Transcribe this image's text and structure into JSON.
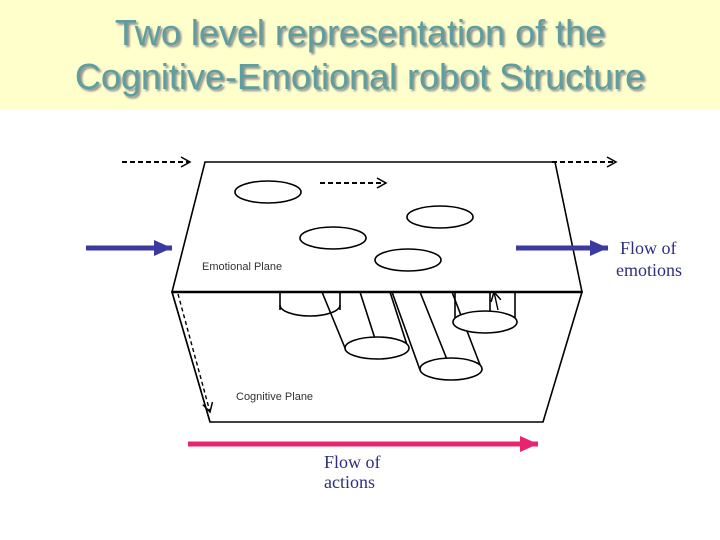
{
  "title": {
    "line1": "Two level representation of the",
    "line2": "Cognitive-Emotional robot Structure"
  },
  "diagram": {
    "emotional_plane_label": "Emotional Plane",
    "cognitive_plane_label": "Cognitive Plane",
    "flow_emotions": [
      "Flow of",
      "emotions"
    ],
    "flow_actions": [
      "Flow of",
      "actions"
    ]
  },
  "colors": {
    "title_text": "#5f9ea0",
    "title_background": "#ffffcc",
    "emotions_arrow": "#3a3aa0",
    "actions_arrow": "#e8246e",
    "label_text": "#2f2f80"
  }
}
